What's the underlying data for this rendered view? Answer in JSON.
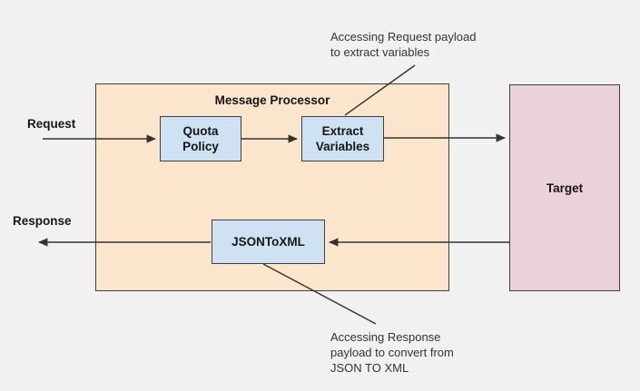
{
  "diagram": {
    "title": "Message Processor",
    "flow_labels": {
      "request": "Request",
      "response": "Response"
    },
    "nodes": {
      "quota_policy": "Quota\nPolicy",
      "extract_variables": "Extract\nVariables",
      "json_to_xml": "JSONToXML",
      "target": "Target"
    },
    "annotations": {
      "request_payload": "Accessing Request payload\nto extract variables",
      "response_payload": "Accessing Response\npayload to convert from\nJSON TO XML"
    },
    "colors": {
      "background": "#f1f1f2",
      "processor_fill": "#fce5cd",
      "policy_node_fill": "#cfe2f3",
      "target_fill": "#ead1dc",
      "shape_border": "#3f3f3f",
      "arrow_stroke": "#333333",
      "label_text": "#161616",
      "annotation_text": "#333333"
    }
  }
}
